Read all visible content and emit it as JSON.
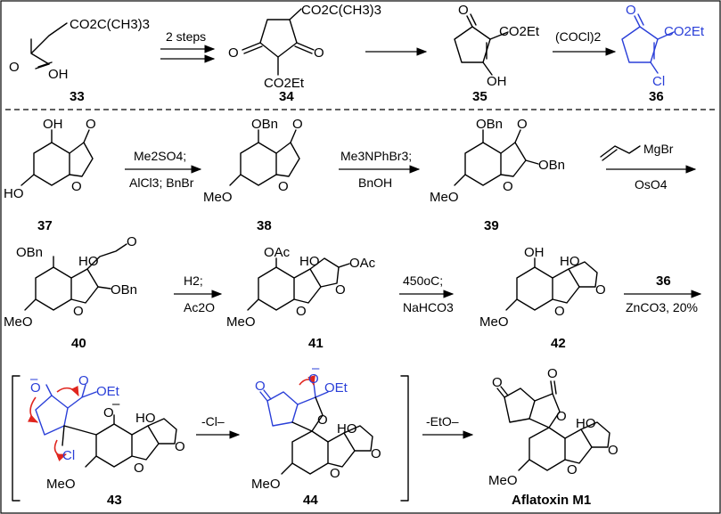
{
  "colors": {
    "ink": "#000000",
    "highlight": "#2a3fd8",
    "electron_arrow": "#e0261f",
    "background": "#ffffff"
  },
  "row1": {
    "compounds": [
      {
        "id": "33",
        "labels": [
          "CO2C(CH3)3",
          "O",
          "OH"
        ]
      },
      {
        "id": "34",
        "labels": [
          "CO2C(CH3)3",
          "O",
          "O",
          "CO2Et"
        ]
      },
      {
        "id": "35",
        "labels": [
          "O",
          "CO2Et",
          "OH"
        ]
      },
      {
        "id": "36",
        "labels": [
          "O",
          "CO2Et",
          "Cl"
        ]
      }
    ],
    "arrows": [
      {
        "above": "2 steps",
        "below": ""
      },
      {
        "above": "",
        "below": ""
      },
      {
        "above": "(COCl)2",
        "below": ""
      }
    ]
  },
  "row2": {
    "compounds": [
      {
        "id": "37",
        "labels": [
          "OH",
          "O",
          "HO",
          "O"
        ]
      },
      {
        "id": "38",
        "labels": [
          "OBn",
          "O",
          "MeO",
          "O"
        ]
      },
      {
        "id": "39",
        "labels": [
          "OBn",
          "O",
          "MeO",
          "O",
          "OBn"
        ]
      }
    ],
    "arrows": [
      {
        "above": "Me2SO4;",
        "below": "AlCl3; BnBr"
      },
      {
        "above": "Me3NPhBr3;",
        "below": "BnOH"
      },
      {
        "above": "MgBr",
        "below": "OsO4"
      }
    ]
  },
  "row3": {
    "compounds": [
      {
        "id": "40",
        "labels": [
          "OBn",
          "HO",
          "O",
          "MeO",
          "O",
          "OBn"
        ]
      },
      {
        "id": "41",
        "labels": [
          "OAc",
          "HO",
          "O",
          "OAc",
          "MeO",
          "O"
        ]
      },
      {
        "id": "42",
        "labels": [
          "OH",
          "HO",
          "MeO",
          "O",
          "O"
        ]
      }
    ],
    "arrows": [
      {
        "above": "H2;",
        "below": "Ac2O"
      },
      {
        "above": "450oC;",
        "below": "NaHCO3"
      },
      {
        "above": "36",
        "below": "ZnCO3, 20%"
      }
    ]
  },
  "row4": {
    "compounds": [
      {
        "id": "43",
        "labels": [
          "O",
          "O",
          "OEt",
          "O",
          "HO",
          "Cl",
          "MeO",
          "O",
          "O",
          "–",
          "–"
        ]
      },
      {
        "id": "44",
        "labels": [
          "O",
          "O",
          "OEt",
          "O",
          "HO",
          "MeO",
          "O",
          "O",
          "–"
        ]
      },
      {
        "id": "Aflatoxin M1",
        "labels": [
          "O",
          "O",
          "O",
          "HO",
          "MeO",
          "O",
          "O"
        ]
      }
    ],
    "arrows": [
      {
        "above": "-Cl–",
        "below": ""
      },
      {
        "above": "-EtO–",
        "below": ""
      }
    ]
  }
}
